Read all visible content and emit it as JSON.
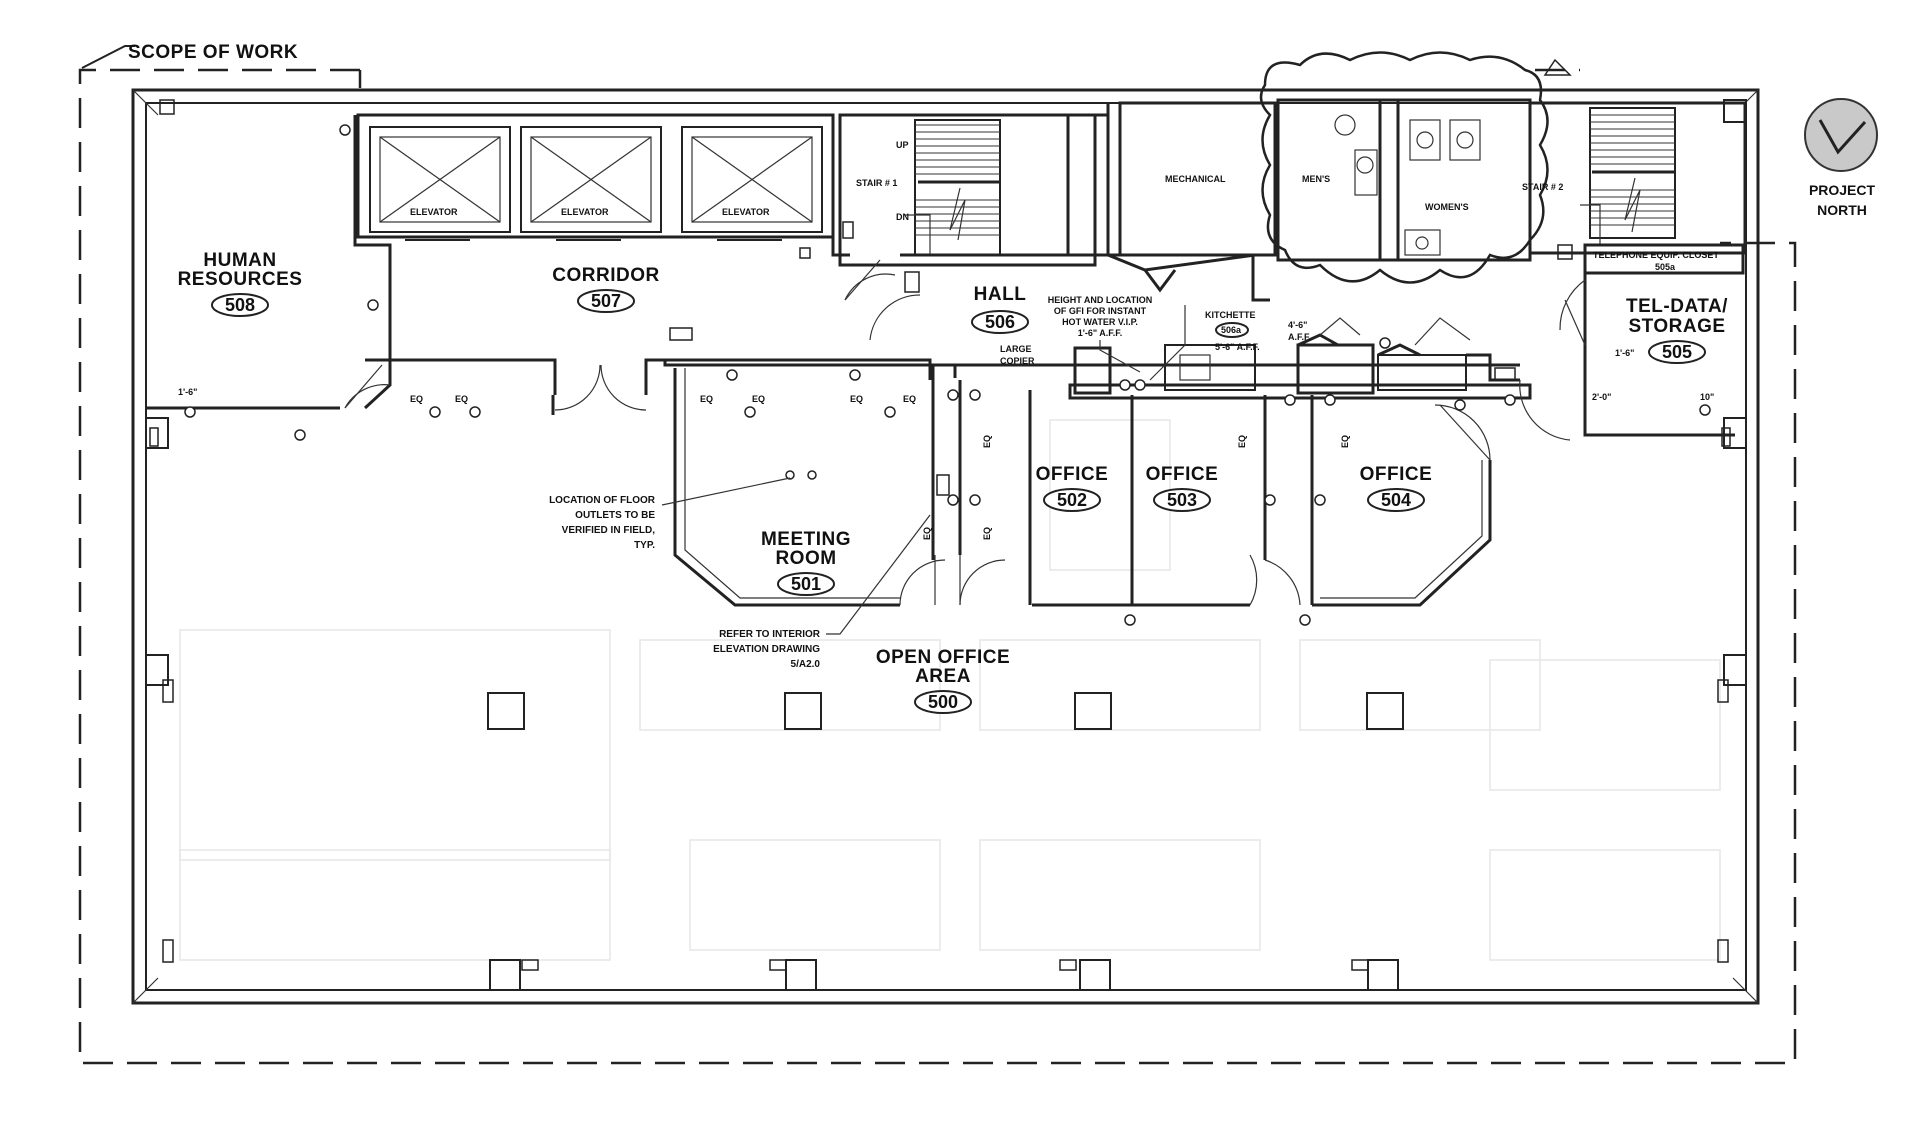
{
  "header": {
    "scope_label": "SCOPE OF WORK"
  },
  "north_arrow": {
    "line1": "PROJECT",
    "line2": "NORTH"
  },
  "rooms": [
    {
      "name": "HUMAN",
      "name2": "RESOURCES",
      "number": "508"
    },
    {
      "name": "CORRIDOR",
      "number": "507"
    },
    {
      "name": "HALL",
      "number": "506"
    },
    {
      "name": "TEL-DATA/",
      "name2": "STORAGE",
      "number": "505"
    },
    {
      "name": "MEETING",
      "name2": "ROOM",
      "number": "501"
    },
    {
      "name": "OFFICE",
      "number": "502"
    },
    {
      "name": "OFFICE",
      "number": "503"
    },
    {
      "name": "OFFICE",
      "number": "504"
    },
    {
      "name": "OPEN OFFICE",
      "name2": "AREA",
      "number": "500"
    }
  ],
  "small_labels": {
    "elevator": "ELEVATOR",
    "stair1": "STAIR # 1",
    "stair2": "STAIR # 2",
    "mechanical": "MECHANICAL",
    "mens": "MEN'S",
    "womens": "WOMEN'S",
    "telephone_closet": "TELEPHONE EQUIP. CLOSET",
    "telephone_closet_num": "505a",
    "kitchenette": "KITCHETTE",
    "kitchenette_num": "506a",
    "large_copier": "LARGE",
    "large_copier2": "COPIER",
    "eq": "EQ",
    "up": "UP",
    "dn": "DN"
  },
  "notes": {
    "floor_outlets": [
      "LOCATION OF FLOOR",
      "OUTLETS TO BE",
      "VERIFIED IN FIELD,",
      "TYP."
    ],
    "interior_elevation": [
      "REFER TO INTERIOR",
      "ELEVATION DRAWING",
      "5/A2.0"
    ],
    "hot_water": [
      "HEIGHT AND LOCATION",
      "OF GFI FOR INSTANT",
      "HOT WATER V.I.P.",
      "1'-6\" A.F.F."
    ],
    "aff_1": "4'-6\"",
    "aff_1b": "A.F.F.",
    "aff_2": "5'-6\" A.F.F.",
    "dim_1": "1'-6\"",
    "dim_2": "2'-0\"",
    "dim_3": "10\"",
    "dim_4": "1'-6\""
  }
}
